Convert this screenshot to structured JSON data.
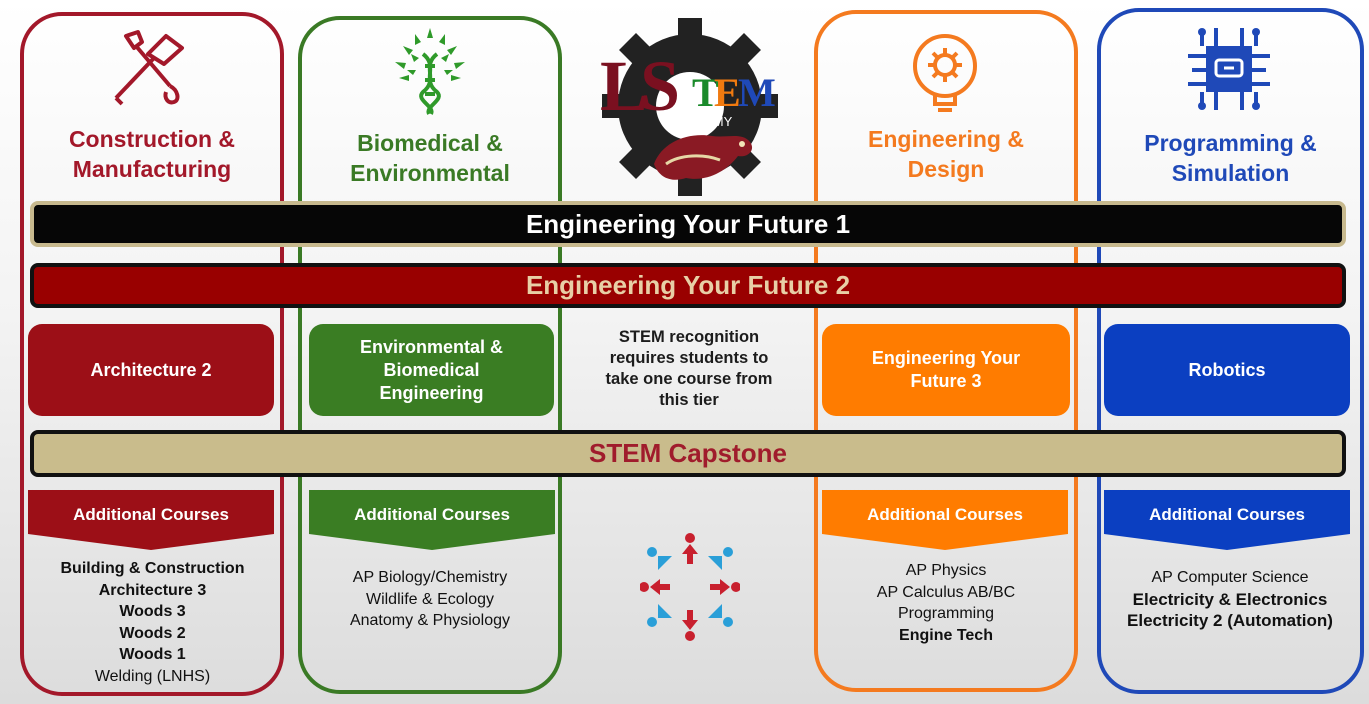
{
  "logo": {
    "letters_l": "L",
    "letters_s": "S",
    "letters_t": "T",
    "letters_e": "E",
    "letters_m": "M",
    "subtitle": "ACADEMY"
  },
  "columns": [
    {
      "id": "construction",
      "title": "Construction &\nManufacturing",
      "color": "#a3182a",
      "icon": "tools-icon"
    },
    {
      "id": "biomed",
      "title": "Biomedical &\nEnvironmental",
      "color": "#3a7a25",
      "icon": "dna-tree-icon"
    },
    {
      "id": "engineering",
      "title": "Engineering &\nDesign",
      "color": "#f47a1f",
      "icon": "lightbulb-gear-icon"
    },
    {
      "id": "programming",
      "title": "Programming &\nSimulation",
      "color": "#1f49b8",
      "icon": "circuit-chip-icon"
    }
  ],
  "tiers": {
    "eyf1": "Engineering Your Future 1",
    "eyf2": "Engineering Your Future 2",
    "capstone": "STEM Capstone"
  },
  "tier3": {
    "construction": "Architecture 2",
    "biomed": "Environmental &\nBiomedical\nEngineering",
    "engineering": "Engineering Your\nFuture 3",
    "programming": "Robotics",
    "note": "STEM recognition\nrequires students to\ntake one course from\nthis tier"
  },
  "additional": {
    "label": "Additional Courses",
    "construction": [
      {
        "text": "Building & Construction",
        "bold": true
      },
      {
        "text": "Architecture 3",
        "bold": true
      },
      {
        "text": "Woods 3",
        "bold": true
      },
      {
        "text": "Woods 2",
        "bold": true
      },
      {
        "text": "Woods 1",
        "bold": true
      },
      {
        "text": "Welding (LNHS)",
        "bold": false
      }
    ],
    "biomed": [
      {
        "text": "AP Biology/Chemistry",
        "bold": false
      },
      {
        "text": "Wildlife & Ecology",
        "bold": false
      },
      {
        "text": "Anatomy & Physiology",
        "bold": false
      }
    ],
    "engineering": [
      {
        "text": "AP Physics",
        "bold": false
      },
      {
        "text": "AP Calculus AB/BC",
        "bold": false
      },
      {
        "text": "Programming",
        "bold": false
      },
      {
        "text": "Engine Tech",
        "bold": true
      }
    ],
    "programming": [
      {
        "text": "AP Computer Science",
        "bold": false
      },
      {
        "text": "Electricity & Electronics",
        "bold": true
      },
      {
        "text": "Electricity 2 (Automation)",
        "bold": true
      }
    ]
  }
}
